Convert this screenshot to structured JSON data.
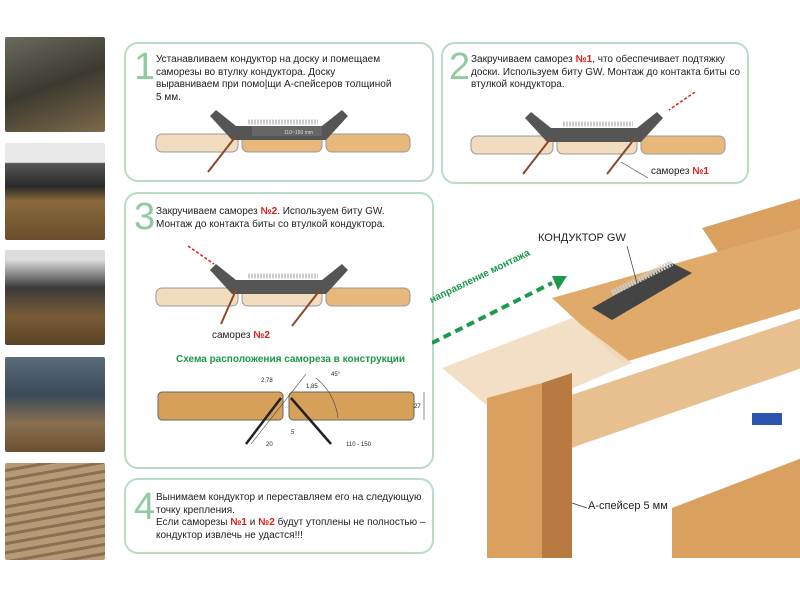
{
  "steps": [
    {
      "number": "1",
      "text": "Устанавливаем кондуктор на доску и помещаем саморезы во втулку кондуктора. Доску выравниваем при помо|щи А-спейсеров толщиной 5 мм."
    },
    {
      "number": "2",
      "text_a": "Закручиваем саморез ",
      "hl": "№1",
      "text_b": ", что обеспечивает подтяжку доски. Используем биту GW. Монтаж до контакта биты со втулкой кондуктора.",
      "callout_label": "саморез ",
      "callout_hl": "№1"
    },
    {
      "number": "3",
      "text_a": "Закручиваем саморез ",
      "hl": "№2",
      "text_b": ". Используем биту GW. Монтаж до контакта биты со втулкой кондуктора.",
      "callout_label": "саморез ",
      "callout_hl": "№2"
    },
    {
      "number": "4",
      "text_a": "Вынимаем кондуктор и переставляем его на следующую точку крепления.",
      "text_b": "Если саморезы ",
      "hl1": "№1",
      "text_c": " и ",
      "hl2": "№2",
      "text_d": " будут утоплены не полностью – кондуктор извлечь не удастся!!!"
    }
  ],
  "tool_scale": "110~150 mm",
  "scheme": {
    "title": "Схема расположения самореза в конструкции",
    "dims": {
      "d1": "2,78",
      "d2": "1,85",
      "angle": "45°",
      "h": "27",
      "gap": "5",
      "offset": "20",
      "spacing": "110 - 150"
    }
  },
  "illustration": {
    "jig_label": "КОНДУКТОР GW",
    "direction_label": "направление монтажа",
    "spacer_label": "А-спейсер 5 мм"
  },
  "colors": {
    "accent_green": "#1a9a4a",
    "frame": "#b9dcc4",
    "red": "#e01b1b"
  }
}
